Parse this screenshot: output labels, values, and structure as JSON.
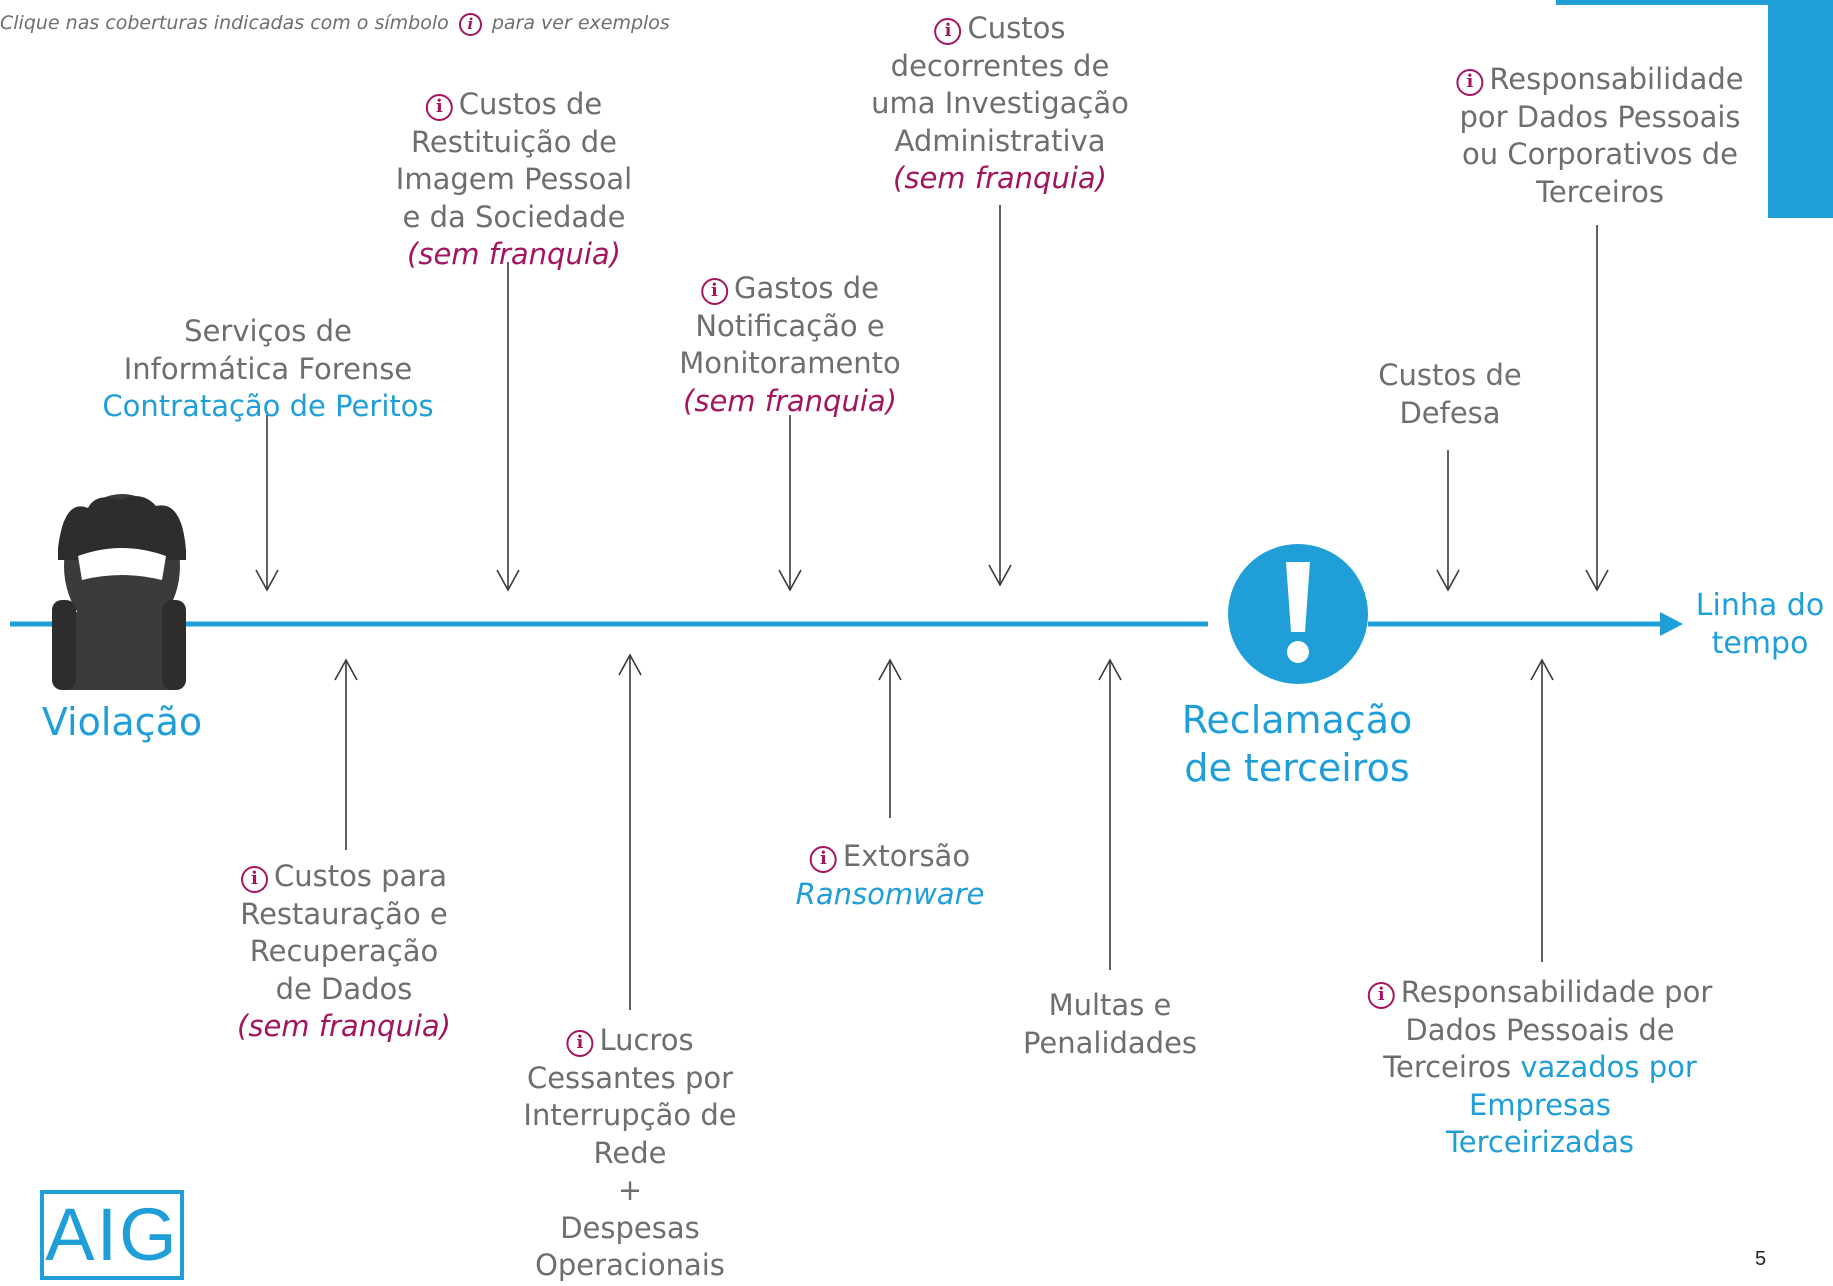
{
  "hint": {
    "before": "Clique nas coberturas indicadas com o símbolo",
    "after": "para ver exemplos"
  },
  "info_glyph": "i",
  "timeline": {
    "start_label": "Violação",
    "end_label": "Linha do tempo",
    "claim_label": "Reclamação de terceiros",
    "claim_line1": "Reclamação",
    "claim_line2": "de terceiros"
  },
  "above": {
    "forense": {
      "lines": [
        "Serviços de",
        "Informática Forense"
      ],
      "note": "Contratação de Peritos"
    },
    "imagem": {
      "lines": [
        "Custos de",
        "Restituição de",
        "Imagem Pessoal",
        "e da Sociedade"
      ],
      "note": "(sem franquia)"
    },
    "notificacao": {
      "lines": [
        "Gastos de",
        "Notificação e",
        "Monitoramento"
      ],
      "note": "(sem franquia)"
    },
    "investigacao": {
      "lines": [
        "Custos",
        "decorrentes de",
        "uma Investigação",
        "Administrativa"
      ],
      "note": "(sem franquia)"
    },
    "defesa": {
      "lines": [
        "Custos de",
        "Defesa"
      ]
    },
    "dados_pessoais": {
      "lines": [
        "Responsabilidade",
        "por Dados Pessoais",
        "ou Corporativos de",
        "Terceiros"
      ]
    }
  },
  "below": {
    "restauracao": {
      "lines": [
        "Custos para",
        "Restauração e",
        "Recuperação",
        "de Dados"
      ],
      "note": "(sem franquia)"
    },
    "lucros": {
      "lines": [
        "Lucros",
        "Cessantes por",
        "Interrupção de",
        "Rede",
        "+",
        "Despesas",
        "Operacionais"
      ]
    },
    "extorsao": {
      "lines": [
        "Extorsão"
      ],
      "note": "Ransomware"
    },
    "multas": {
      "lines": [
        "Multas e",
        "Penalidades"
      ]
    },
    "vazados": {
      "lines": [
        "Responsabilidade por",
        "Dados Pessoais de",
        "Terceiros"
      ],
      "note1": "vazados por",
      "note2": "Empresas",
      "note3": "Terceirizadas"
    }
  },
  "logo": "AIG",
  "page_number": "5",
  "colors": {
    "accent": "#1f9ed8",
    "info": "#a3155f",
    "text": "#6d6e70"
  }
}
